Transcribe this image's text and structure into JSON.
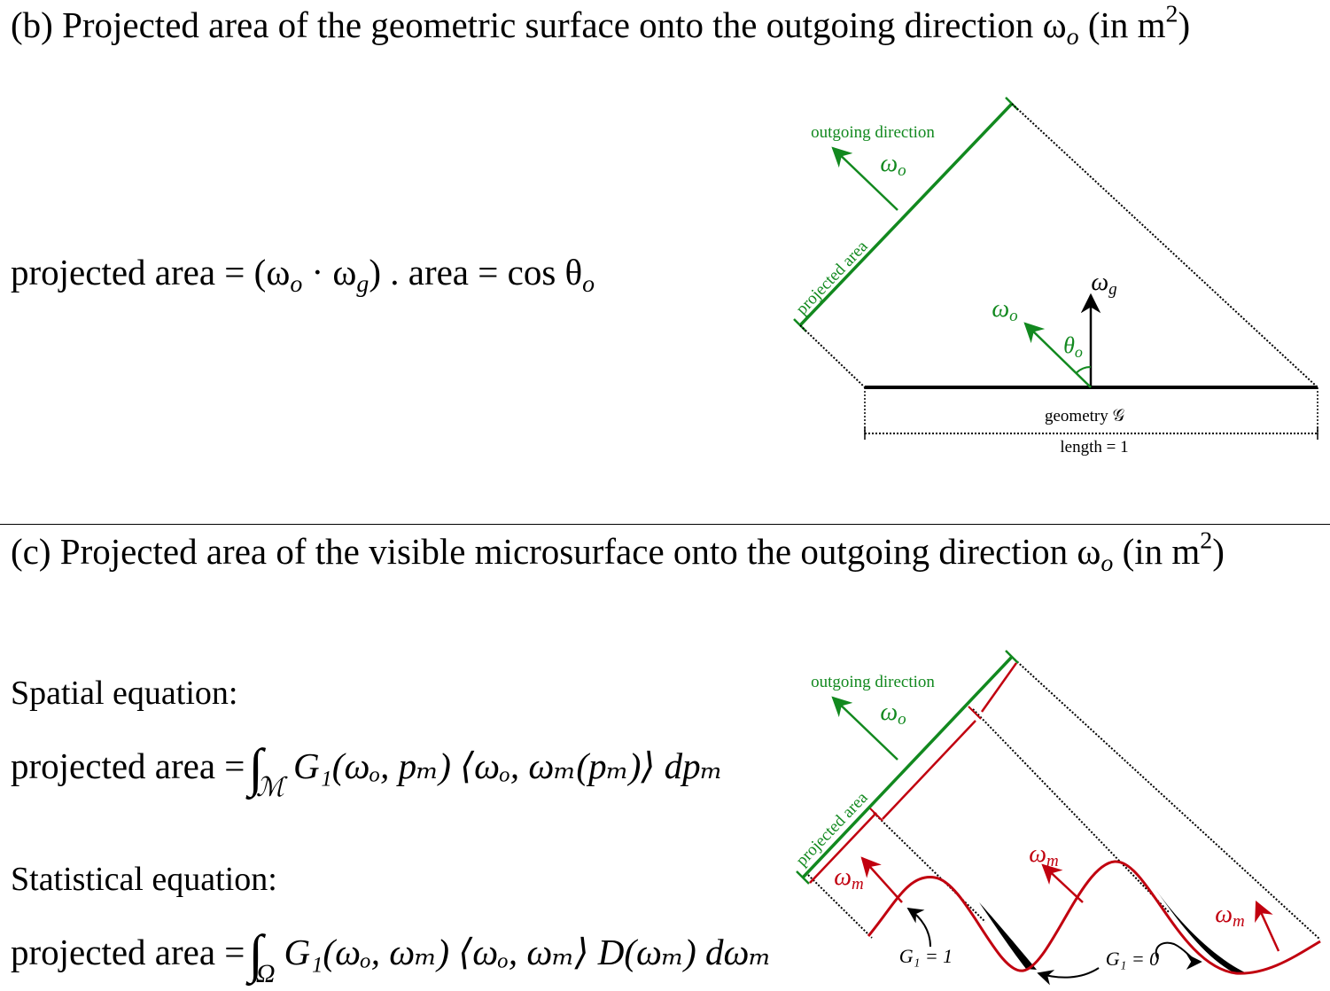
{
  "colors": {
    "green": "#12891f",
    "red": "#c1000f",
    "black": "#000000"
  },
  "section_b": {
    "label": "(b)",
    "heading": "Projected area of the geometric surface onto the outgoing direction",
    "heading_symbol": "ω",
    "heading_symbol_sub": "o",
    "heading_units_open": "(in m",
    "heading_units_exp": "2",
    "heading_units_close": ")",
    "equation": {
      "lhs": "projected area",
      "equals": "=",
      "open": "(",
      "w1": "ω",
      "w1_sub": "o",
      "dot": "·",
      "w2": "ω",
      "w2_sub": "g",
      "close": ")",
      "times_area": ". area",
      "equals2": "=",
      "cos": "cos",
      "theta": "θ",
      "theta_sub": "o"
    },
    "diagram": {
      "outgoing_label": "outgoing direction",
      "outgoing_symbol": "ωo",
      "projected_area_label": "projected area",
      "normal_symbol": "ωg",
      "wo_symbol": "ωo",
      "angle_symbol": "θo",
      "geometry_label": "geometry 𝒢",
      "length_label": "length = 1"
    }
  },
  "section_c": {
    "label": "(c)",
    "heading": "Projected area of the visible microsurface onto the outgoing direction",
    "heading_symbol": "ω",
    "heading_symbol_sub": "o",
    "heading_units_open": "(in m",
    "heading_units_exp": "2",
    "heading_units_close": ")",
    "spatial": {
      "label": "Spatial equation:",
      "lhs": "projected area =",
      "integral": "∫",
      "domain": "ℳ",
      "body": "G₁(ωₒ, pₘ) ⟨ωₒ, ωₘ(pₘ)⟩ dpₘ"
    },
    "statistical": {
      "label": "Statistical equation:",
      "lhs": "projected area =",
      "integral": "∫",
      "domain": "Ω",
      "body": "G₁(ωₒ, ωₘ) ⟨ωₒ, ωₘ⟩ D(ωₘ) dωₘ"
    },
    "diagram": {
      "outgoing_label": "outgoing direction",
      "outgoing_symbol": "ωo",
      "projected_area_label": "projected area",
      "wm_symbol": "ωm",
      "g1_visible": "G₁ = 1",
      "g1_hidden": "G₁ = 0"
    }
  }
}
